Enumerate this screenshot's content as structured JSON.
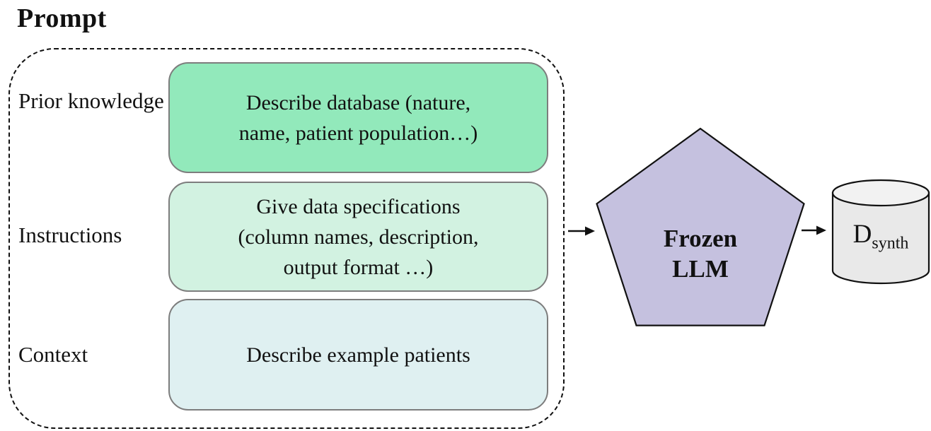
{
  "title": "Prompt",
  "prompt": {
    "rows": [
      {
        "label": "Prior knowledge",
        "lines": [
          "Describe database (nature,",
          "name, patient population…)"
        ],
        "fill": "#92e9bb"
      },
      {
        "label": "Instructions",
        "lines": [
          "Give data specifications",
          "(column names, description,",
          "output format …)"
        ],
        "fill": "#d2f2e1"
      },
      {
        "label": "Context",
        "lines": [
          "Describe example patients"
        ],
        "fill": "#dff0f1"
      }
    ]
  },
  "llm": {
    "lines": [
      "Frozen",
      "LLM"
    ],
    "fill": "#c5c1df"
  },
  "output_db": {
    "symbol": "D",
    "subscript": "synth",
    "body_fill": "#e9e9e9",
    "top_fill": "#f2f2f2"
  },
  "colors": {
    "stroke": "#111111",
    "box_border": "#7d7d7d",
    "text": "#111111"
  }
}
